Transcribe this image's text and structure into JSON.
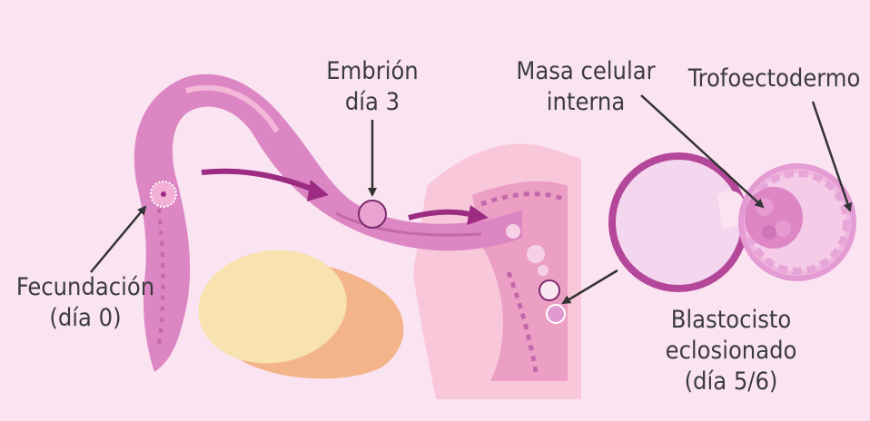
{
  "labels": {
    "embryo_day3_line1": "Embrión",
    "embryo_day3_line2": "día 3",
    "inner_cell_mass_line1": "Masa celular",
    "inner_cell_mass_line2": "interna",
    "trophectoderm": "Trofoectodermo",
    "fertilization_line1": "Fecundación",
    "fertilization_line2": "(día 0)",
    "blastocyst_line1": "Blastocisto",
    "blastocyst_line2": "eclosionado",
    "blastocyst_line3": "(día 5/6)"
  },
  "colors": {
    "background": "#fbe4f2",
    "tube": "#dc86c3",
    "tube_dark": "#c468aa",
    "tissue_light": "#f5bed6",
    "ovary": "#f8e2b0",
    "ovary_shadow": "#f3b489",
    "arrow": "#9b2c82",
    "blastocyst_ring": "#b5479a",
    "pointer": "#333333"
  }
}
